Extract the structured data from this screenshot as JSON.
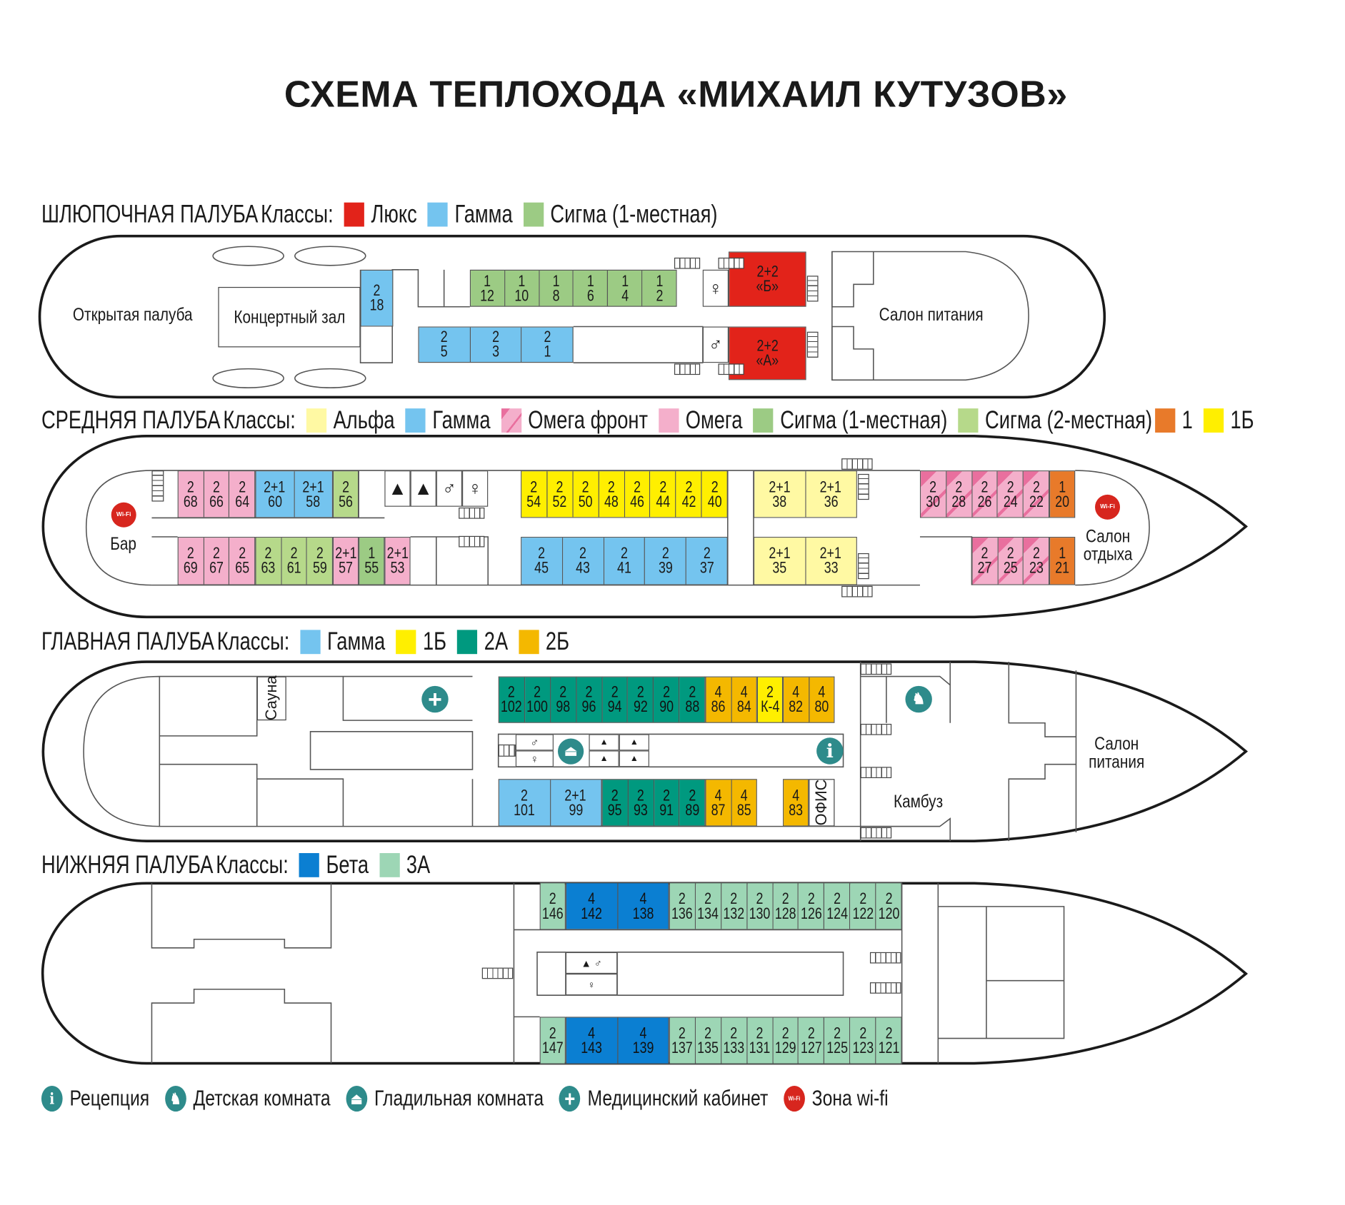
{
  "title": "СХЕМА ТЕПЛОХОДА «МИХАИЛ КУТУЗОВ»",
  "classes": {
    "lux": {
      "label": "Люкс",
      "color": "#e2231a"
    },
    "gamma": {
      "label": "Гамма",
      "color": "#74c4ef"
    },
    "sigma1": {
      "label": "Сигма (1-местная)",
      "color": "#9ccb84"
    },
    "sigma2": {
      "label": "Сигма (2-местная)",
      "color": "#b6d98a"
    },
    "alpha": {
      "label": "Альфа",
      "color": "#fff9a3"
    },
    "omega_front": {
      "label": "Омега фронт",
      "color": "#f4afcb",
      "accent": "#e96f9e"
    },
    "omega": {
      "label": "Омега",
      "color": "#f4afcb"
    },
    "c1": {
      "label": "1",
      "color": "#e87a2a"
    },
    "c1b": {
      "label": "1Б",
      "color": "#ffef00"
    },
    "c2a": {
      "label": "2А",
      "color": "#00997f"
    },
    "c2b": {
      "label": "2Б",
      "color": "#f4b800"
    },
    "beta": {
      "label": "Бета",
      "color": "#0b7fd2"
    },
    "c3a": {
      "label": "3А",
      "color": "#9dd6b5"
    }
  },
  "legend_head": "Классы:",
  "decks": [
    {
      "name": "ШЛЮПОЧНАЯ ПАЛУБА",
      "legend": [
        "lux",
        "gamma",
        "sigma1"
      ],
      "labels": {
        "open_deck": "Открытая палуба",
        "concert": "Концертный зал",
        "dining": "Салон питания"
      },
      "groups": [
        {
          "cls": "gamma",
          "cabins": [
            [
              "2",
              "18"
            ]
          ]
        },
        {
          "cls": "sigma1",
          "cabins": [
            [
              "1",
              "12"
            ],
            [
              "1",
              "10"
            ],
            [
              "1",
              "8"
            ],
            [
              "1",
              "6"
            ],
            [
              "1",
              "4"
            ],
            [
              "1",
              "2"
            ]
          ]
        },
        {
          "cls": "gamma",
          "cabins": [
            [
              "2",
              "5"
            ],
            [
              "2",
              "3"
            ],
            [
              "2",
              "1"
            ]
          ]
        },
        {
          "cls": "lux",
          "cabins": [
            [
              "2+2",
              "«Б»"
            ]
          ]
        },
        {
          "cls": "lux",
          "cabins": [
            [
              "2+2",
              "«А»"
            ]
          ]
        }
      ]
    },
    {
      "name": "СРЕДНЯЯ ПАЛУБА",
      "legend": [
        "alpha",
        "gamma",
        "omega_front",
        "omega",
        "sigma1",
        "sigma2",
        "c1",
        "c1b"
      ],
      "labels": {
        "bar": "Бар",
        "lounge_1": "Салон",
        "lounge_2": "отдыха"
      },
      "groups": [
        {
          "cls": "omega",
          "cabins": [
            [
              "2",
              "68"
            ],
            [
              "2",
              "66"
            ],
            [
              "2",
              "64"
            ]
          ]
        },
        {
          "cls": "gamma",
          "cabins": [
            [
              "2+1",
              "60"
            ],
            [
              "2+1",
              "58"
            ]
          ]
        },
        {
          "cls": "sigma2",
          "cabins": [
            [
              "2",
              "56"
            ]
          ]
        },
        {
          "cls": "c1b",
          "cabins": [
            [
              "2",
              "54"
            ],
            [
              "2",
              "52"
            ],
            [
              "2",
              "50"
            ],
            [
              "2",
              "48"
            ],
            [
              "2",
              "46"
            ],
            [
              "2",
              "44"
            ],
            [
              "2",
              "42"
            ],
            [
              "2",
              "40"
            ]
          ]
        },
        {
          "cls": "alpha",
          "cabins": [
            [
              "2+1",
              "38"
            ],
            [
              "2+1",
              "36"
            ]
          ]
        },
        {
          "cls": "omega_front",
          "cabins": [
            [
              "2",
              "30"
            ],
            [
              "2",
              "28"
            ],
            [
              "2",
              "26"
            ],
            [
              "2",
              "24"
            ],
            [
              "2",
              "22"
            ]
          ]
        },
        {
          "cls": "c1",
          "cabins": [
            [
              "1",
              "20"
            ]
          ]
        },
        {
          "cls": "omega",
          "cabins": [
            [
              "2",
              "69"
            ],
            [
              "2",
              "67"
            ],
            [
              "2",
              "65"
            ]
          ]
        },
        {
          "cls": "sigma2",
          "cabins": [
            [
              "2",
              "63"
            ],
            [
              "2",
              "61"
            ],
            [
              "2",
              "59"
            ]
          ]
        },
        {
          "cls": "omega",
          "cabins": [
            [
              "2+1",
              "57"
            ]
          ]
        },
        {
          "cls": "sigma1",
          "cabins": [
            [
              "1",
              "55"
            ]
          ]
        },
        {
          "cls": "omega",
          "cabins": [
            [
              "2+1",
              "53"
            ]
          ]
        },
        {
          "cls": "gamma",
          "cabins": [
            [
              "2",
              "45"
            ],
            [
              "2",
              "43"
            ],
            [
              "2",
              "41"
            ],
            [
              "2",
              "39"
            ],
            [
              "2",
              "37"
            ]
          ]
        },
        {
          "cls": "alpha",
          "cabins": [
            [
              "2+1",
              "35"
            ],
            [
              "2+1",
              "33"
            ]
          ]
        },
        {
          "cls": "omega_front",
          "cabins": [
            [
              "2",
              "27"
            ],
            [
              "2",
              "25"
            ],
            [
              "2",
              "23"
            ]
          ]
        },
        {
          "cls": "c1",
          "cabins": [
            [
              "1",
              "21"
            ]
          ]
        }
      ]
    },
    {
      "name": "ГЛАВНАЯ ПАЛУБА",
      "legend": [
        "gamma",
        "c1b",
        "c2a",
        "c2b"
      ],
      "labels": {
        "sauna": "Сауна",
        "office": "ОФИС",
        "galley": "Камбуз",
        "dining_1": "Салон",
        "dining_2": "питания"
      },
      "groups": [
        {
          "cls": "c2a",
          "cabins": [
            [
              "2",
              "102"
            ],
            [
              "2",
              "100"
            ],
            [
              "2",
              "98"
            ],
            [
              "2",
              "96"
            ],
            [
              "2",
              "94"
            ],
            [
              "2",
              "92"
            ],
            [
              "2",
              "90"
            ],
            [
              "2",
              "88"
            ]
          ]
        },
        {
          "cls": "c2b",
          "cabins": [
            [
              "4",
              "86"
            ],
            [
              "4",
              "84"
            ]
          ]
        },
        {
          "cls": "c1b",
          "cabins": [
            [
              "2",
              "К-4"
            ]
          ]
        },
        {
          "cls": "c2b",
          "cabins": [
            [
              "4",
              "82"
            ],
            [
              "4",
              "80"
            ]
          ]
        },
        {
          "cls": "gamma",
          "cabins": [
            [
              "2",
              "101"
            ],
            [
              "2+1",
              "99"
            ]
          ]
        },
        {
          "cls": "c2a",
          "cabins": [
            [
              "2",
              "95"
            ],
            [
              "2",
              "93"
            ],
            [
              "2",
              "91"
            ],
            [
              "2",
              "89"
            ]
          ]
        },
        {
          "cls": "c2b",
          "cabins": [
            [
              "4",
              "87"
            ],
            [
              "4",
              "85"
            ]
          ]
        },
        {
          "cls": "c2b",
          "cabins": [
            [
              "4",
              "83"
            ]
          ]
        }
      ]
    },
    {
      "name": "НИЖНЯЯ ПАЛУБА",
      "legend": [
        "beta",
        "c3a"
      ],
      "groups": [
        {
          "cls": "c3a",
          "cabins": [
            [
              "2",
              "146"
            ]
          ]
        },
        {
          "cls": "beta",
          "cabins": [
            [
              "4",
              "142"
            ],
            [
              "4",
              "138"
            ]
          ]
        },
        {
          "cls": "c3a",
          "cabins": [
            [
              "2",
              "136"
            ],
            [
              "2",
              "134"
            ],
            [
              "2",
              "132"
            ],
            [
              "2",
              "130"
            ],
            [
              "2",
              "128"
            ],
            [
              "2",
              "126"
            ],
            [
              "2",
              "124"
            ],
            [
              "2",
              "122"
            ],
            [
              "2",
              "120"
            ]
          ]
        },
        {
          "cls": "c3a",
          "cabins": [
            [
              "2",
              "147"
            ]
          ]
        },
        {
          "cls": "beta",
          "cabins": [
            [
              "4",
              "143"
            ],
            [
              "4",
              "139"
            ]
          ]
        },
        {
          "cls": "c3a",
          "cabins": [
            [
              "2",
              "137"
            ],
            [
              "2",
              "135"
            ],
            [
              "2",
              "133"
            ],
            [
              "2",
              "131"
            ],
            [
              "2",
              "129"
            ],
            [
              "2",
              "127"
            ],
            [
              "2",
              "125"
            ],
            [
              "2",
              "123"
            ],
            [
              "2",
              "121"
            ]
          ]
        }
      ]
    }
  ],
  "icons": {
    "wifi_text": "Wi-Fi",
    "info": "i",
    "medical": "+"
  },
  "bottom_legend": [
    {
      "icon": "info-icon",
      "label": "Рецепция"
    },
    {
      "icon": "rocking-horse-icon",
      "label": "Детская комната"
    },
    {
      "icon": "iron-icon",
      "label": "Гладильная комната"
    },
    {
      "icon": "medical-cross-icon",
      "label": "Медицинский кабинет"
    },
    {
      "icon": "wifi-icon",
      "label": "Зона wi-fi"
    }
  ]
}
